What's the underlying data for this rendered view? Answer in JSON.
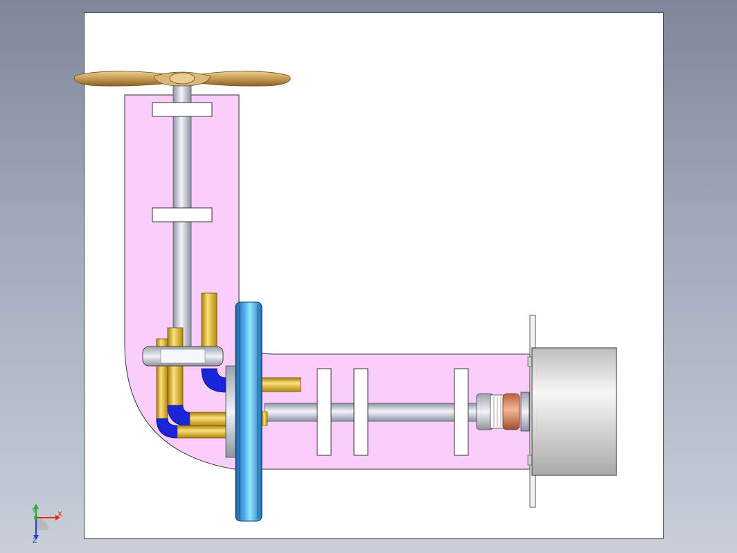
{
  "view": {
    "background_top": "#7d8799",
    "background_bottom": "#c9ced8",
    "sheet_color": "#ffffff"
  },
  "model": {
    "housing_color": "#fbcdfb",
    "shaft_color": "#cfd3de",
    "flange_color": "#2b8fd6",
    "pipe_color": "#e8b521",
    "elbow_color": "#1a24d8",
    "propeller_color": "#c8a35c",
    "motor_color": "#e2e2e2",
    "coupling_color": "#d9825a"
  },
  "triad": {
    "x_label": "X",
    "y_label": "Y",
    "z_label": "Z",
    "x_color": "#e0261b",
    "y_color": "#1fae2e",
    "z_color": "#1f3fd6"
  }
}
